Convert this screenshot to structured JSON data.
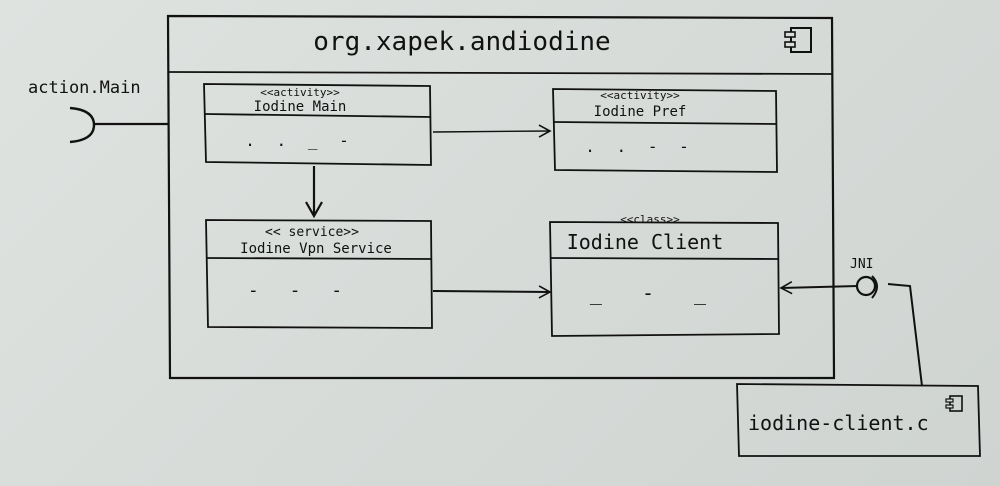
{
  "component": {
    "title": "org.xapek.andiodine",
    "icon": "component-icon"
  },
  "interface_provided": {
    "label": "action.Main",
    "icon": "required-interface-icon"
  },
  "classes": [
    {
      "stereotype": "<<activity>>",
      "name": "Iodine Main",
      "body": ". . _ -"
    },
    {
      "stereotype": "<<activity>>",
      "name": "Iodine Pref",
      "body": ". . - -"
    },
    {
      "stereotype": "<< service>>",
      "name": "Iodine Vpn Service",
      "body": "- - -"
    },
    {
      "stereotype": "<<class>>",
      "name": "Iodine Client",
      "body": "_ - _"
    }
  ],
  "jni": {
    "label": "JNI",
    "icon": "provided-interface-icon"
  },
  "external_component": {
    "name": "iodine-client.c",
    "icon": "component-icon"
  },
  "colors": {
    "ink": "#111111",
    "paper": "#d9ddda"
  }
}
